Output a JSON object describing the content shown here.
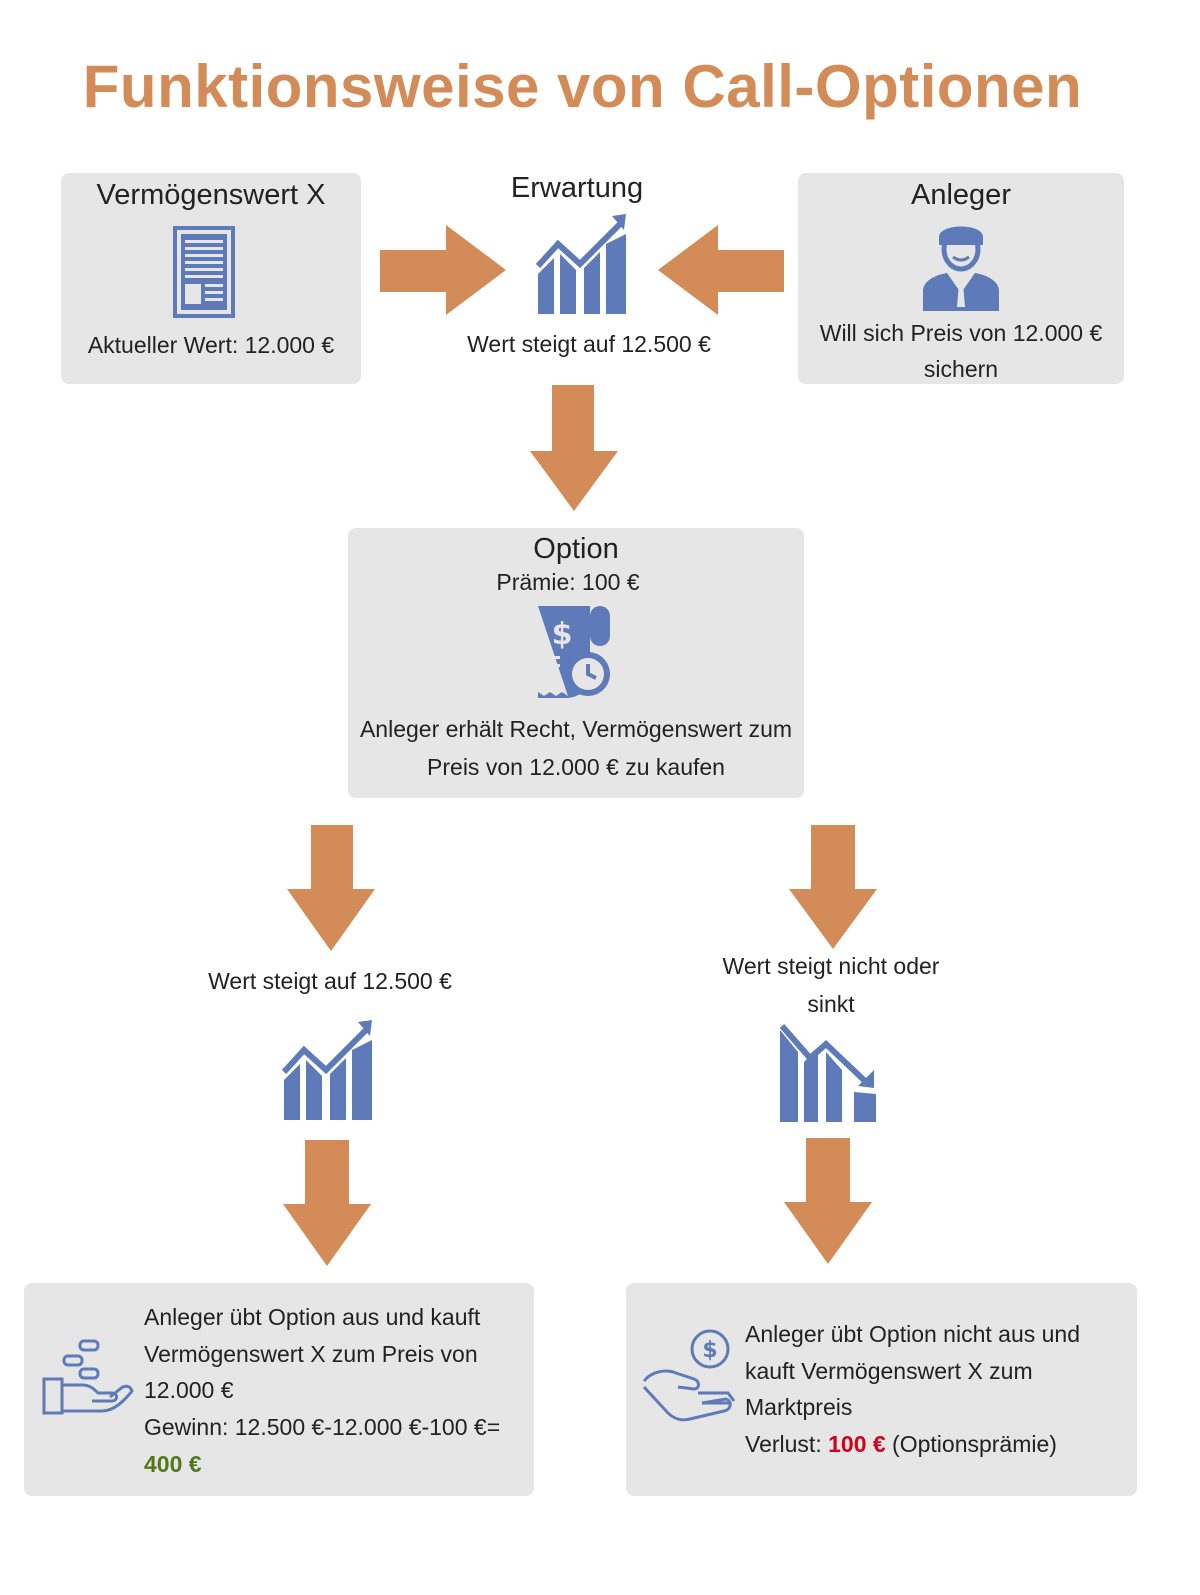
{
  "title": "Funktionsweise von Call-Optionen",
  "asset": {
    "heading": "Vermögenswert X",
    "value": "Aktueller Wert: 12.000 €",
    "icon": "document-icon"
  },
  "expectation": {
    "heading": "Erwartung",
    "text": "Wert steigt auf 12.500 €",
    "icon": "chart-up-icon"
  },
  "investor": {
    "heading": "Anleger",
    "text_line1": "Will sich Preis von 12.000 €",
    "text_line2": "sichern",
    "icon": "businessman-icon"
  },
  "option": {
    "heading": "Option",
    "premium": "Prämie: 100 €",
    "text_line1": "Anleger erhält Recht, Vermögenswert zum",
    "text_line2": "Preis von 12.000 € zu kaufen",
    "icon": "invoice-clock-icon"
  },
  "branch_up": {
    "text": "Wert steigt auf 12.500 €",
    "icon": "chart-up-icon"
  },
  "branch_down": {
    "text_line1": "Wert steigt nicht oder",
    "text_line2": "sinkt",
    "icon": "chart-down-icon"
  },
  "result_profit": {
    "line1": "Anleger übt Option aus und kauft",
    "line2": "Vermögenswert X zum Preis von",
    "line3": "12.000 €",
    "line4": "Gewinn: 12.500 €-12.000 €-100 €=",
    "amount": "400 €",
    "icon": "hand-coins-icon"
  },
  "result_loss": {
    "line1": "Anleger übt Option nicht aus und",
    "line2": "kauft Vermögenswert X zum",
    "line3": "Marktpreis",
    "loss_label": "Verlust: ",
    "loss_amount": "100 €",
    "loss_note": " (Optionsprämie)",
    "icon": "hand-dollar-icon"
  },
  "colors": {
    "accent": "#d38b57",
    "icon": "#5f7ab8",
    "box": "#e6e6e6",
    "profit": "#4f7a1c",
    "loss": "#d0021b"
  }
}
